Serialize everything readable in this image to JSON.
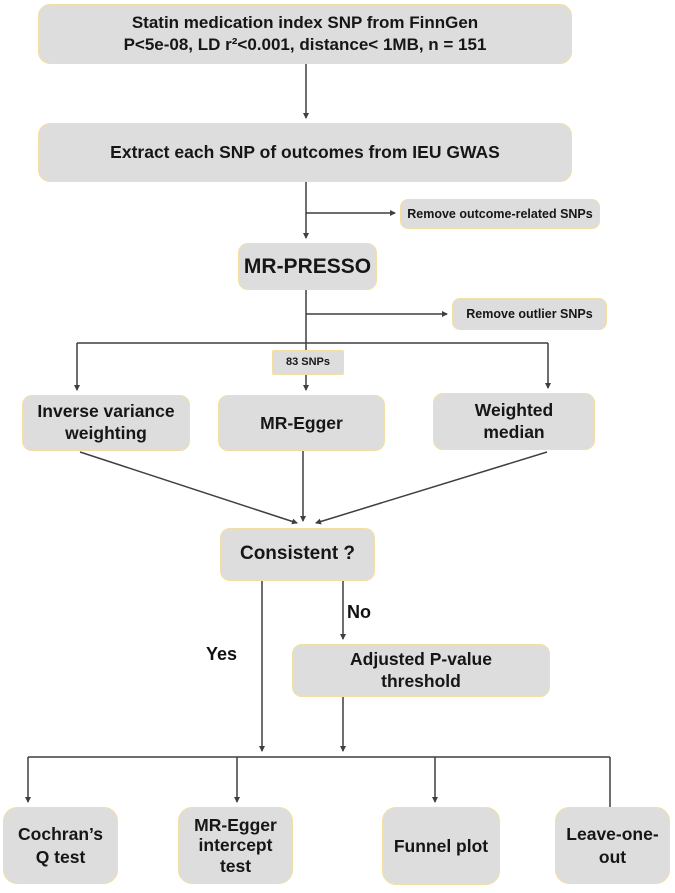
{
  "diagram": {
    "type": "flowchart",
    "topic": "Mendelian randomization analysis workflow for statin medication SNPs",
    "colors": {
      "background": "#ffffff",
      "node_fill": "#dddddd",
      "node_border": "#f3dfa4",
      "connector": "#3f3f3f",
      "text": "#161616"
    },
    "nodes": {
      "finngen": {
        "line1": "Statin medication index SNP from FinnGen",
        "line2": "P<5e-08, LD r²<0.001, distance< 1MB, n = 151"
      },
      "extract": {
        "line1": "Extract each SNP of outcomes from IEU GWAS"
      },
      "remove_outcome": {
        "line1": "Remove outcome-related SNPs"
      },
      "mr_presso": {
        "line1": "MR-PRESSO"
      },
      "remove_outlier": {
        "line1": "Remove outlier SNPs"
      },
      "snp_count": {
        "line1": "83 SNPs"
      },
      "ivw": {
        "line1": "Inverse variance",
        "line2": "weighting"
      },
      "mr_egger": {
        "line1": "MR-Egger"
      },
      "weighted_median": {
        "line1": "Weighted",
        "line2": "median"
      },
      "consistent": {
        "line1": "Consistent ?"
      },
      "adjusted": {
        "line1": "Adjusted P-value",
        "line2": "threshold"
      },
      "cochran": {
        "line1": "Cochran’s",
        "line2": "Q test"
      },
      "egger_intercept": {
        "line1": "MR-Egger",
        "line2": "intercept",
        "line3": "test"
      },
      "funnel": {
        "line1": "Funnel plot"
      },
      "leave_one_out": {
        "line1": "Leave-one-",
        "line2": "out"
      }
    },
    "edge_labels": {
      "yes": "Yes",
      "no": "No"
    },
    "edges": [
      "finngen -> extract",
      "extract -> remove_outcome (side branch)",
      "extract -> mr_presso",
      "mr_presso -> remove_outlier (side branch)",
      "mr_presso -> 83 SNPs -> {ivw, mr_egger, weighted_median}",
      "{ivw, mr_egger, weighted_median} -> consistent",
      "consistent -Yes-> sensitivity analyses",
      "consistent -No-> adjusted -> sensitivity analyses",
      "sensitivity analyses: {cochran, egger_intercept, funnel, leave_one_out}"
    ]
  }
}
